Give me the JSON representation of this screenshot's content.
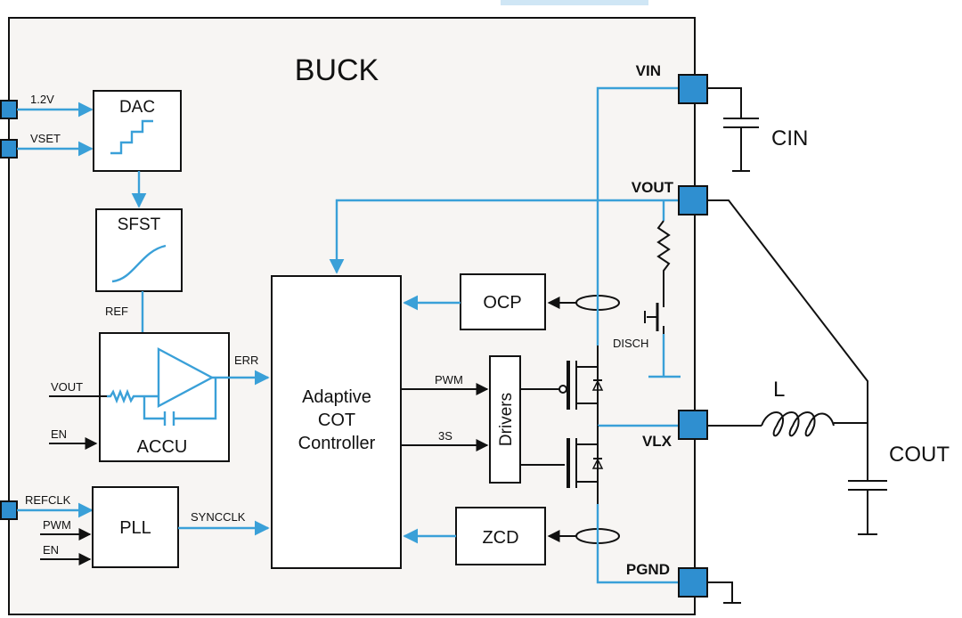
{
  "header_partial": "",
  "chip": {
    "title": "BUCK"
  },
  "pins": {
    "vin": "VIN",
    "vout": "VOUT",
    "vlx": "VLX",
    "pgnd": "PGND"
  },
  "inputs": {
    "v12": "1.2V",
    "vset": "VSET",
    "vout": "VOUT",
    "en1": "EN",
    "refclk": "REFCLK",
    "pwm": "PWM",
    "en2": "EN"
  },
  "blocks": {
    "dac": "DAC",
    "sfst": "SFST",
    "accu": "ACCU",
    "pll": "PLL",
    "controller": [
      "Adaptive",
      "COT",
      "Controller"
    ],
    "drivers": "Drivers",
    "ocp": "OCP",
    "zcd": "ZCD"
  },
  "signals": {
    "ref": "REF",
    "err": "ERR",
    "pwm": "PWM",
    "three_s": "3S",
    "syncclk": "SYNCCLK",
    "disch": "DISCH"
  },
  "external": {
    "cin": "CIN",
    "l": "L",
    "cout": "COUT"
  },
  "colors": {
    "wire": "#3aa0d8",
    "pin": "#2f8fd0",
    "chip_fill": "#f7f5f3",
    "ink": "#111111"
  }
}
